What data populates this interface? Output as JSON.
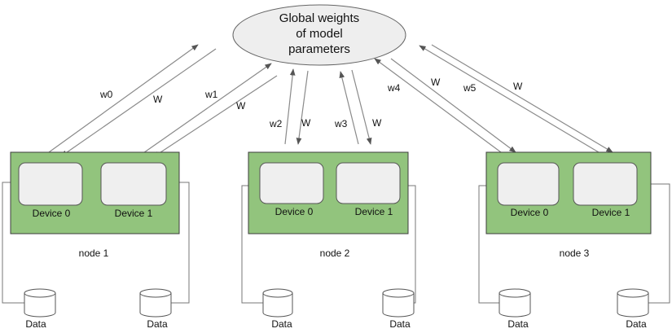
{
  "server": {
    "label_lines": [
      "Global weights",
      "of model",
      "parameters"
    ]
  },
  "nodes": [
    {
      "label": "node 1",
      "devices": [
        "Device 0",
        "Device 1"
      ],
      "data_labels": [
        "Data",
        "Data"
      ]
    },
    {
      "label": "node 2",
      "devices": [
        "Device 0",
        "Device 1"
      ],
      "data_labels": [
        "Data",
        "Data"
      ]
    },
    {
      "label": "node 3",
      "devices": [
        "Device 0",
        "Device 1"
      ],
      "data_labels": [
        "Data",
        "Data"
      ]
    }
  ],
  "arrow_labels": {
    "w0": "w0",
    "w1": "w1",
    "w2": "w2",
    "w3": "w3",
    "w4": "w4",
    "w5": "w5",
    "W": "W"
  },
  "colors": {
    "node_fill": "#92c47d",
    "device_fill": "#efefef",
    "server_fill": "#eeeeee",
    "arrow": "#8a8a8a"
  }
}
